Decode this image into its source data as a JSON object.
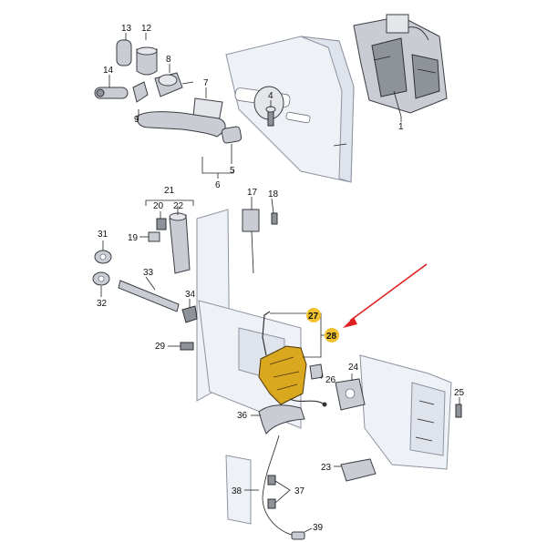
{
  "diagram": {
    "highlight_color": "#f2c12e",
    "lock_color": "#d9a81e",
    "arrow_color": "#e02020",
    "callouts": {
      "c1": "1",
      "c4": "4",
      "c5": "5",
      "c6": "6",
      "c7": "7",
      "c8": "8",
      "c9": "9",
      "c12": "12",
      "c13": "13",
      "c14": "14",
      "c17": "17",
      "c18": "18",
      "c19": "19",
      "c20": "20",
      "c21": "21",
      "c22": "22",
      "c23": "23",
      "c24": "24",
      "c25": "25",
      "c26": "26",
      "c27": "27",
      "c28": "28",
      "c29": "29",
      "c31": "31",
      "c32": "32",
      "c33": "33",
      "c34": "34",
      "c36": "36",
      "c37": "37",
      "c38": "38",
      "c39": "39"
    }
  }
}
